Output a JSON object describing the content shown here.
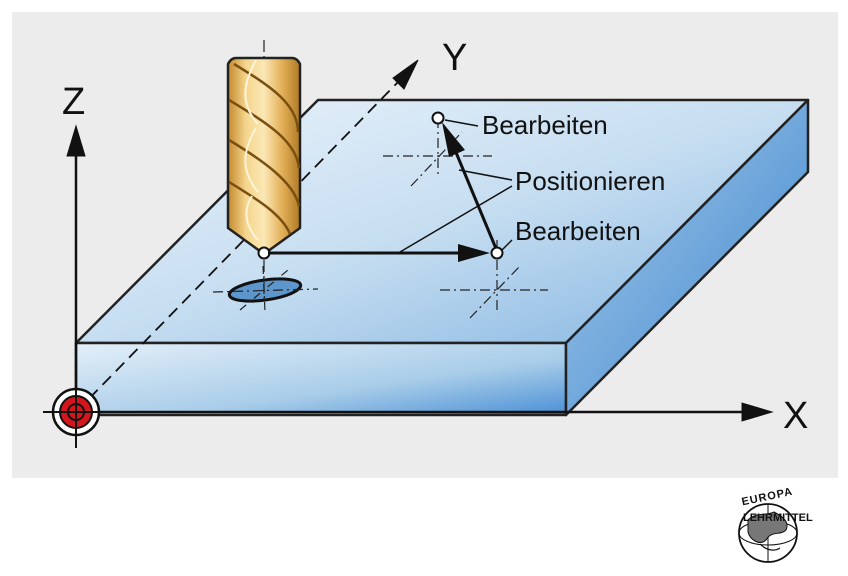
{
  "axes": {
    "x_label": "X",
    "y_label": "Y",
    "z_label": "Z"
  },
  "callouts": {
    "machining_top": "Bearbeiten",
    "positioning": "Positionieren",
    "machining_bottom": "Bearbeiten"
  },
  "logo": {
    "top_text": "EUROPA",
    "side_text": "LEHRMITTEL"
  },
  "colors": {
    "panel_background": "#ececec",
    "workpiece_top": "#c9dff0",
    "workpiece_front": "#a9cde9",
    "workpiece_side": "#5d9bd2",
    "drill_gold": "#e0b252",
    "origin_red": "#d4151b"
  },
  "icons": {
    "origin_marker": "machine-zero-point-icon",
    "drill": "twist-drill-icon",
    "logo": "globe-logo-icon"
  }
}
